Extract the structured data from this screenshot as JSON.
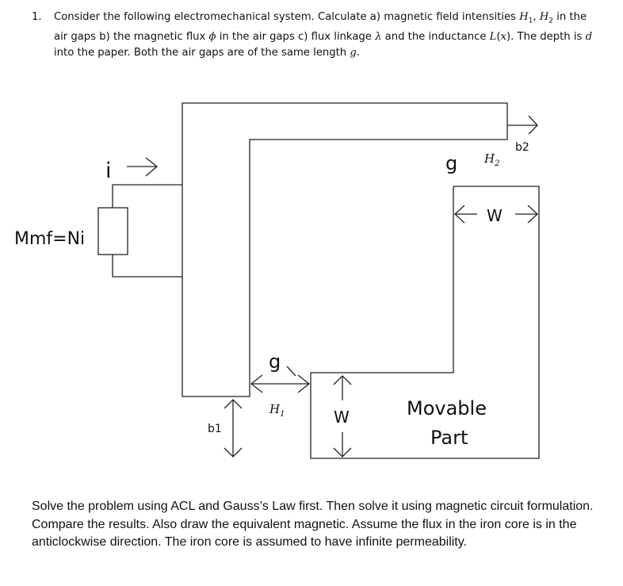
{
  "problem": {
    "number": "1.",
    "segments": [
      {
        "t": "Consider the following electromechanical system. Calculate a) magnetic field intensities "
      },
      {
        "t": "H",
        "it": true
      },
      {
        "t": "1",
        "sub": true
      },
      {
        "t": ", "
      },
      {
        "t": "H",
        "it": true
      },
      {
        "t": "2",
        "sub": true
      },
      {
        "t": " in the air gaps b) the magnetic flux "
      },
      {
        "t": "ϕ",
        "it": true
      },
      {
        "t": " in the air gaps c) flux linkage "
      },
      {
        "t": "λ",
        "it": true
      },
      {
        "t": " and the inductance "
      },
      {
        "t": "L",
        "it": true
      },
      {
        "t": "("
      },
      {
        "t": "x",
        "it": true
      },
      {
        "t": ")"
      },
      {
        "t": ". The depth is "
      },
      {
        "t": "d",
        "it": true
      },
      {
        "t": " into the paper. Both the air gaps are of the same length "
      },
      {
        "t": "g",
        "it": true
      },
      {
        "t": "."
      }
    ]
  },
  "figure": {
    "current_label": "i",
    "mmf_label": "Mmf=Ni",
    "gap_label_vertical": "g",
    "gap_label_horizontal": "g",
    "h1_label": "H",
    "h1_sub": "1",
    "h2_label": "H",
    "h2_sub": "2",
    "b1_label": "b1",
    "b2_label": "b2",
    "w_label_right": "W",
    "w_label_bottom": "W",
    "movable_line1": "Movable",
    "movable_line2": "Part"
  },
  "footer": {
    "text": "Solve the problem using ACL and Gauss’s Law first. Then solve it using magnetic circuit formulation. Compare the results. Also draw the equivalent magnetic. Assume the flux in the iron core is in the anticlockwise direction. The iron core is assumed to have infinite permeability."
  }
}
